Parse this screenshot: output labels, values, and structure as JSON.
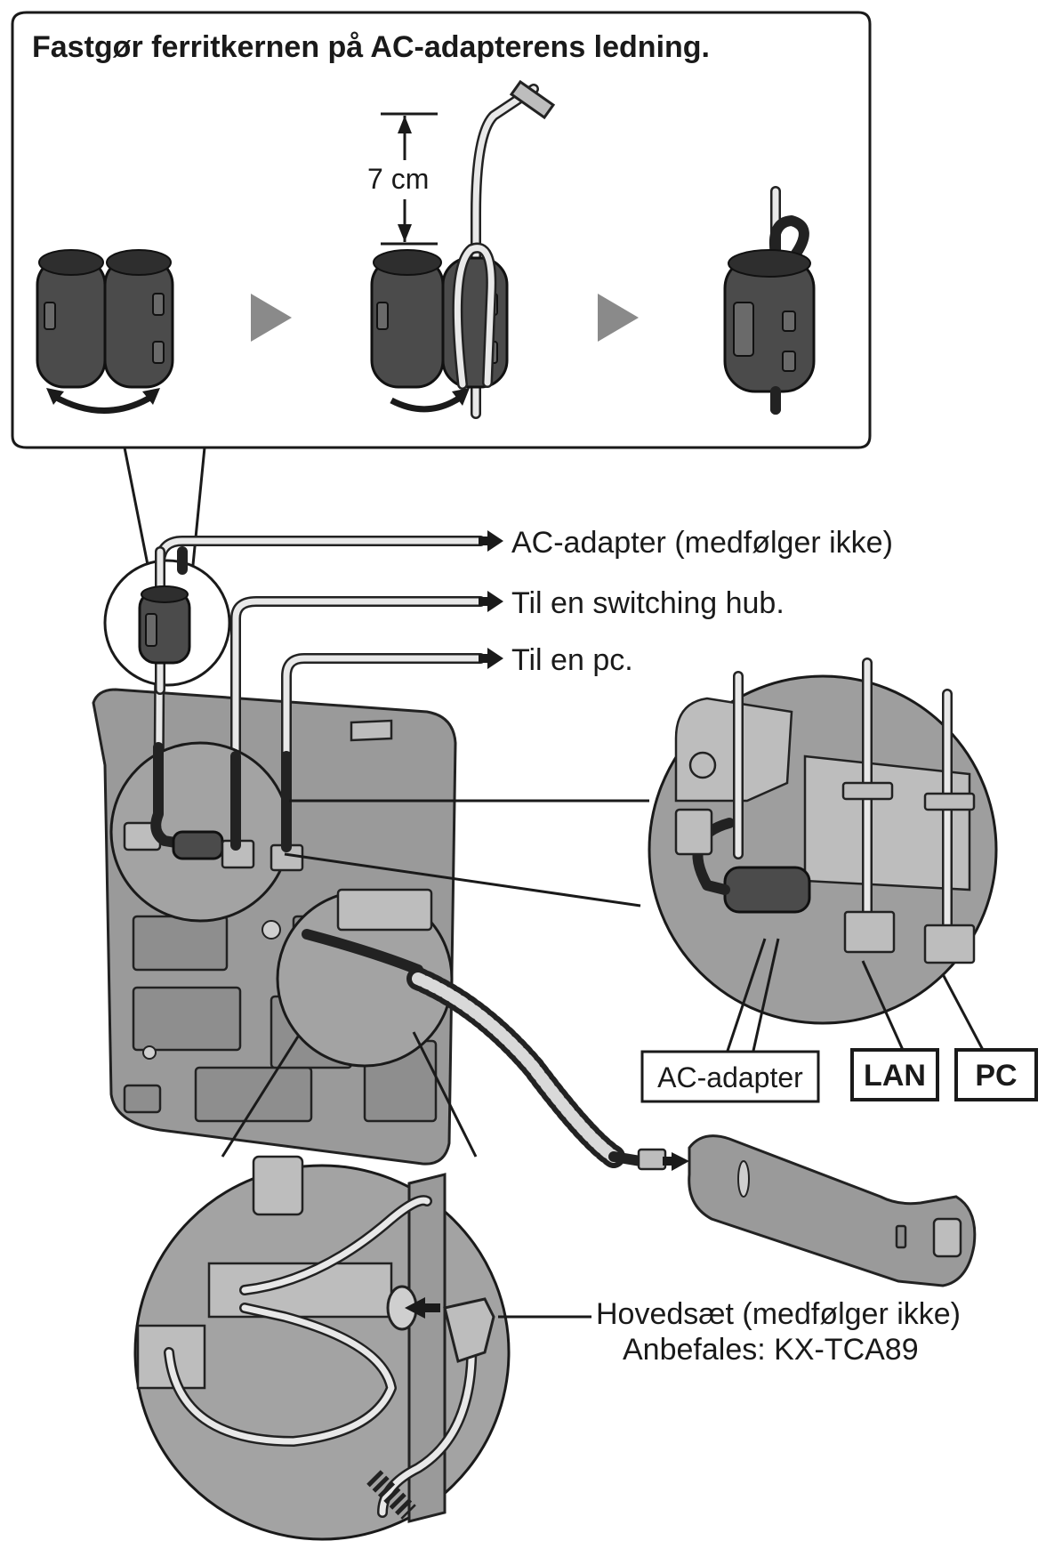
{
  "diagram": {
    "title": "Fastgør ferritkernen på AC-adapterens ledning.",
    "dimension": "7 cm",
    "labels": {
      "ac_adapter_note": "AC-adapter (medfølger ikke)",
      "switching_hub": "Til en switching hub.",
      "pc_note": "Til en pc.",
      "headset_line1": "Hovedsæt (medfølger ikke)",
      "headset_line2": "Anbefales: KX-TCA89"
    },
    "port_boxes": {
      "ac_adapter": "AC-adapter",
      "lan": "LAN",
      "pc": "PC"
    }
  }
}
